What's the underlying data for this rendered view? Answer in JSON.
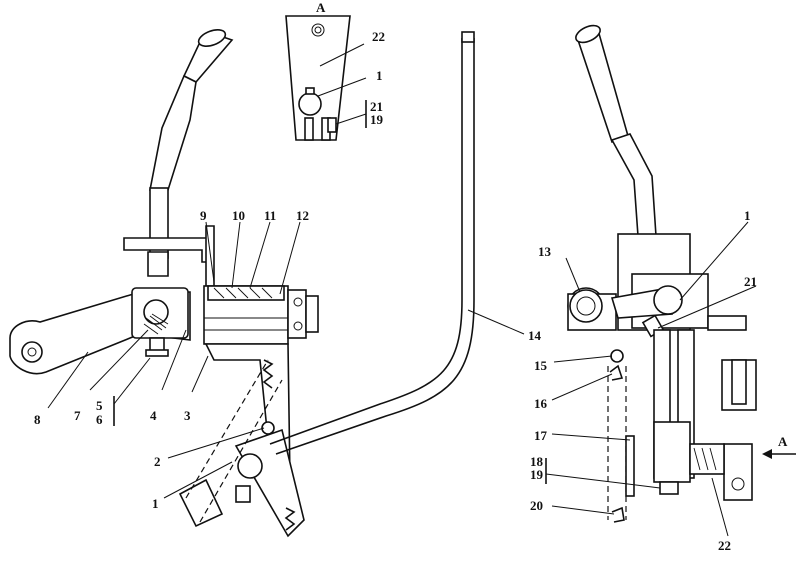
{
  "view_label": "A",
  "inset_labels": [
    "22",
    "1",
    "21",
    "19"
  ],
  "left_labels": [
    "9",
    "10",
    "11",
    "12",
    "8",
    "7",
    "5",
    "6",
    "4",
    "3",
    "2",
    "1",
    "14"
  ],
  "right_labels": [
    "1",
    "13",
    "21",
    "15",
    "16",
    "17",
    "18",
    "19",
    "20",
    "22"
  ],
  "arrow_label": "A"
}
